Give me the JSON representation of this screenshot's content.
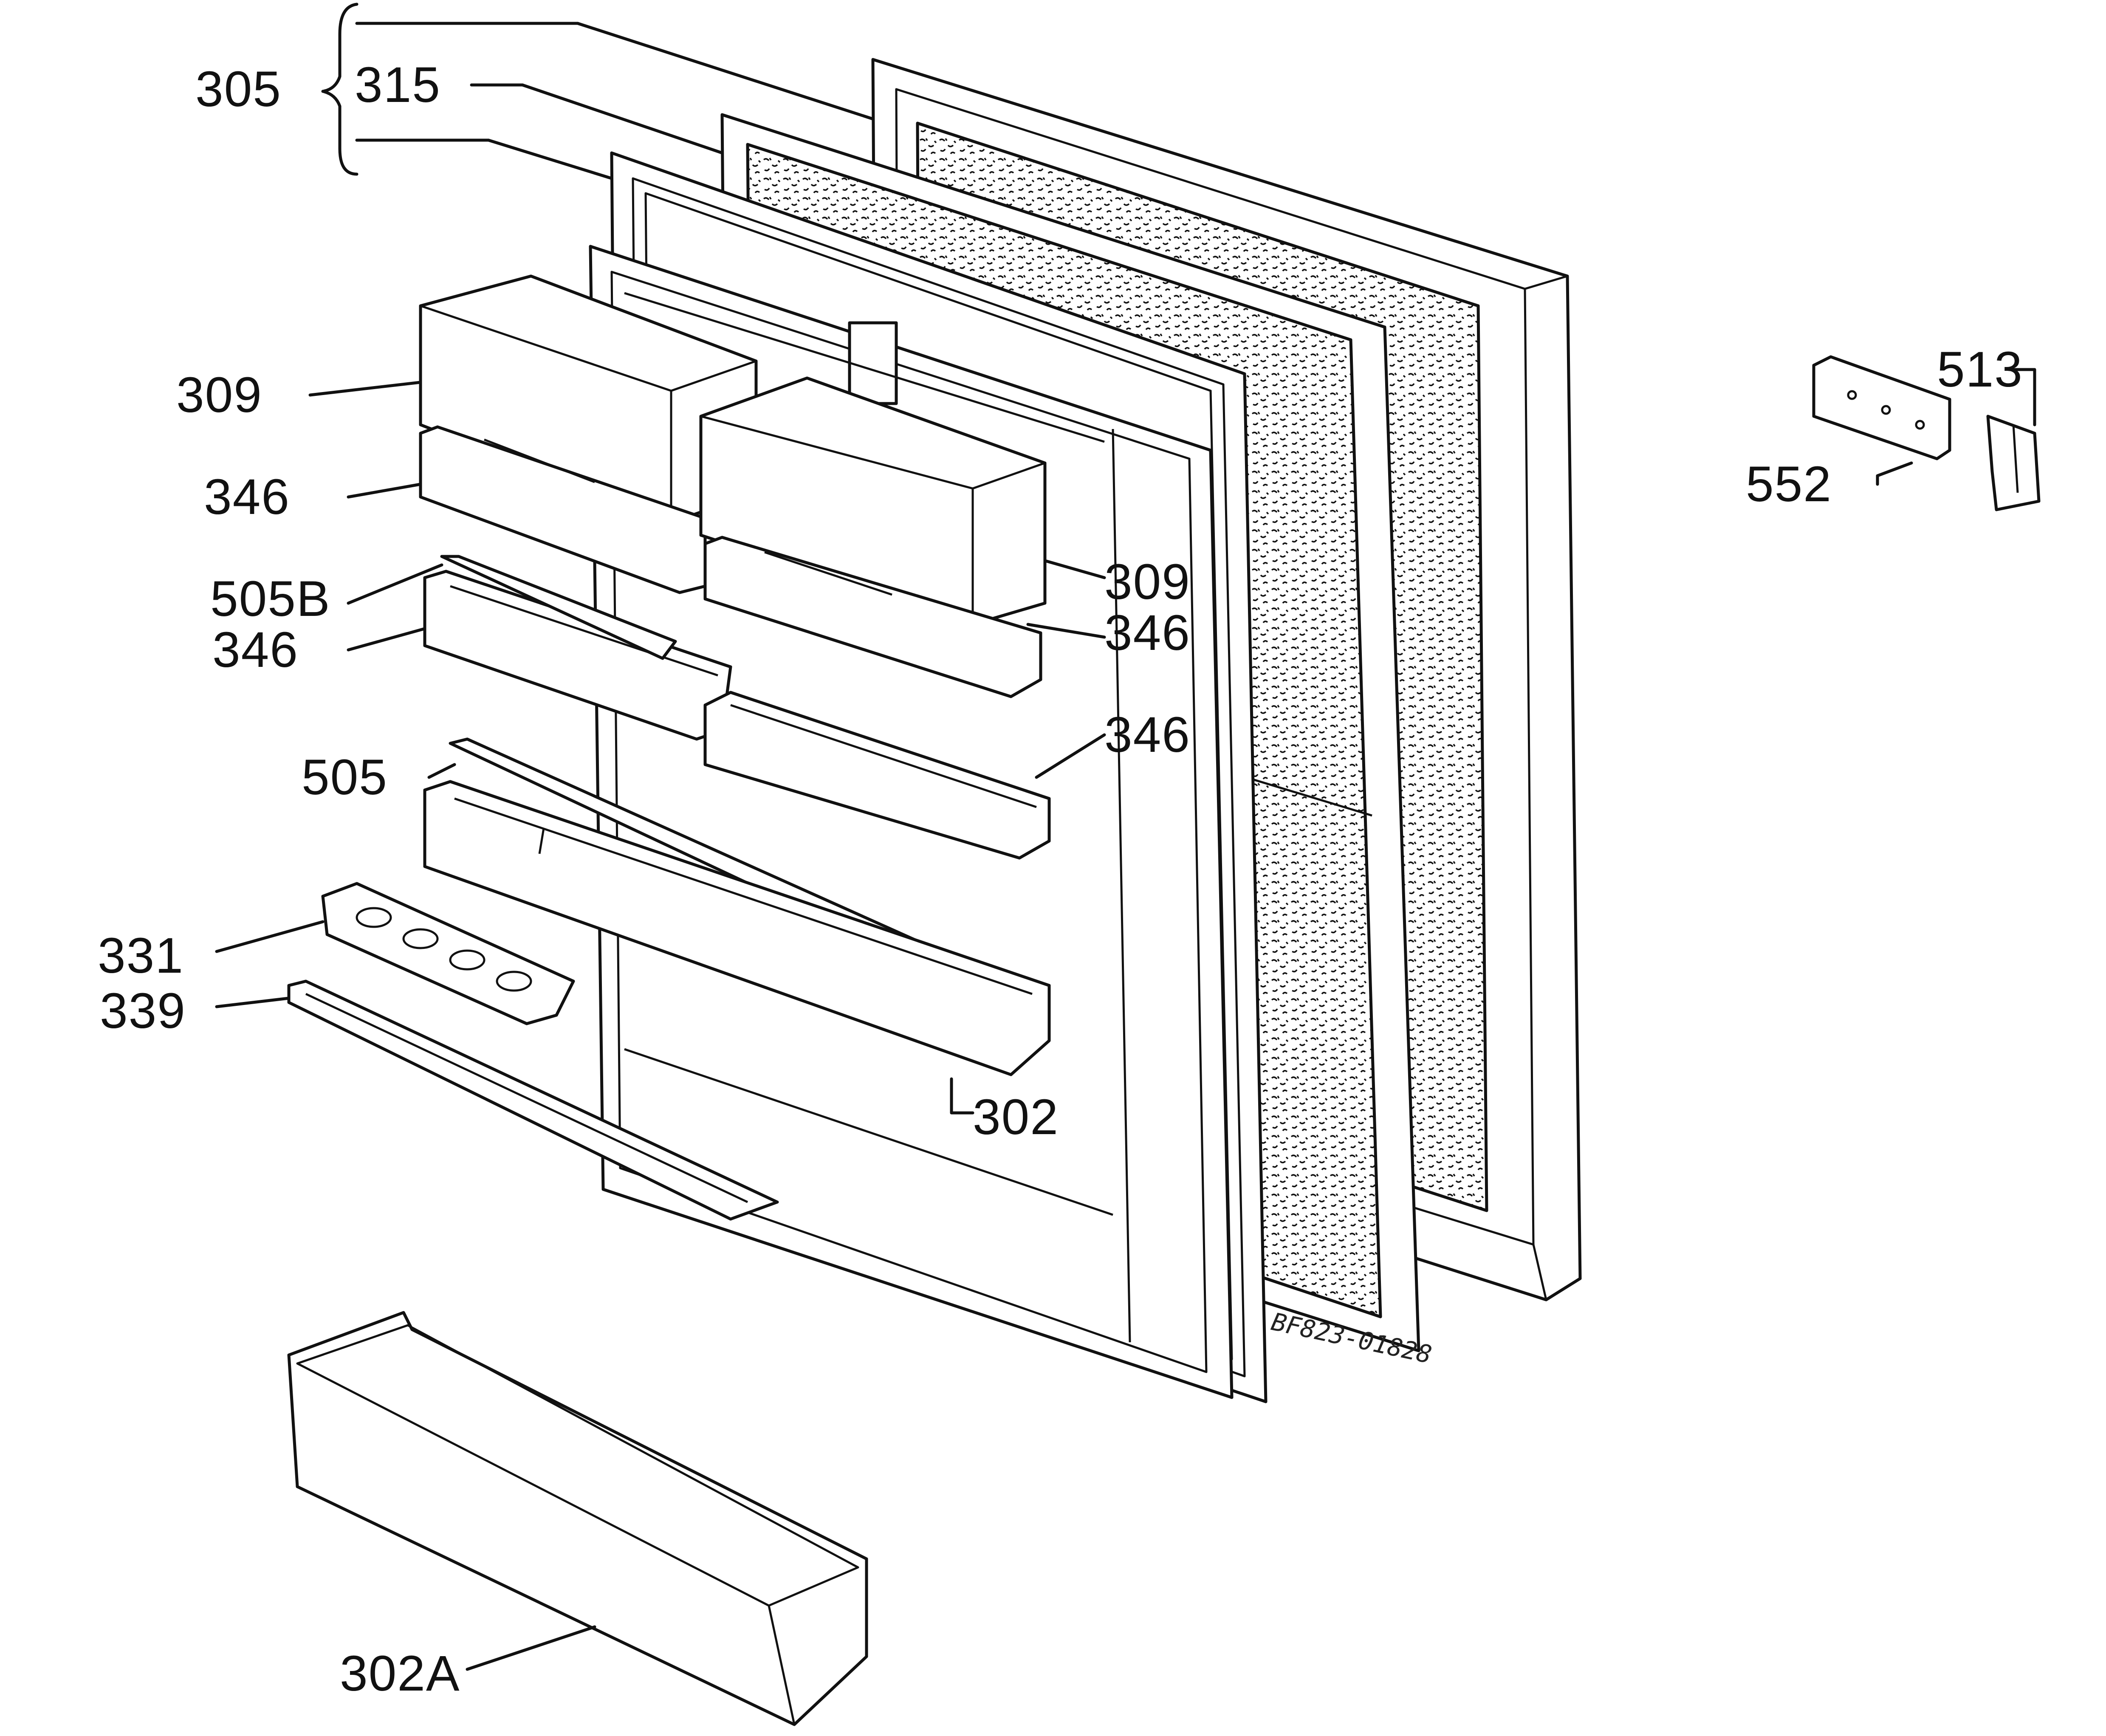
{
  "drawing": {
    "code": "BF823-01828",
    "labels": {
      "p305": "305",
      "p315": "315",
      "p309a": "309",
      "p346a": "346",
      "p505b": "505B",
      "p346b": "346",
      "p309b": "309",
      "p346c": "346",
      "p346d": "346",
      "p505": "505",
      "p331": "331",
      "p339": "339",
      "p302": "302",
      "p302a": "302A",
      "p513": "513",
      "p552": "552"
    }
  }
}
